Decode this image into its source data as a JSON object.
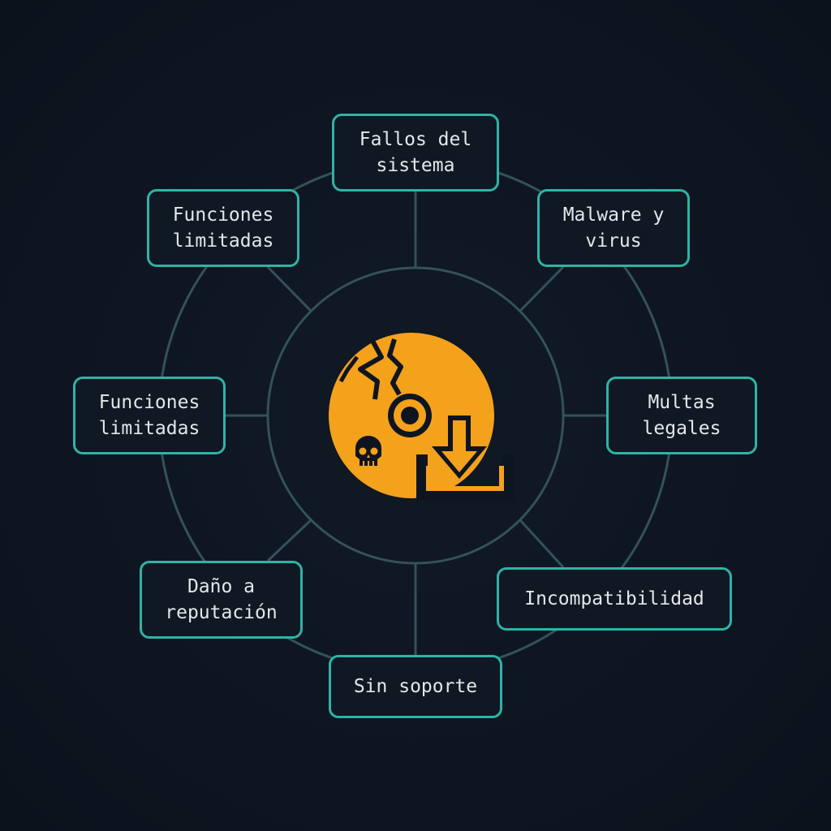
{
  "diagram": {
    "center_icon": {
      "icon": "broken-disc-with-skull-and-download-icon",
      "fill_color": "#f4a11c",
      "accent_color": "#0e1521"
    },
    "colors": {
      "background": "#0e1521",
      "node_border": "#2fb3a6",
      "connector": "#33525a",
      "text": "#e4e7ea"
    },
    "nodes": {
      "fallos": "Fallos del\nsistema",
      "malware": "Malware y\nvirus",
      "funciones_top": "Funciones\nlimitadas",
      "funciones_mid": "Funciones\nlimitadas",
      "multas": "Multas\nlegales",
      "dano": "Daño a\nreputación",
      "incompatibilidad": "Incompatibilidad",
      "sin_soporte": "Sin soporte"
    }
  }
}
